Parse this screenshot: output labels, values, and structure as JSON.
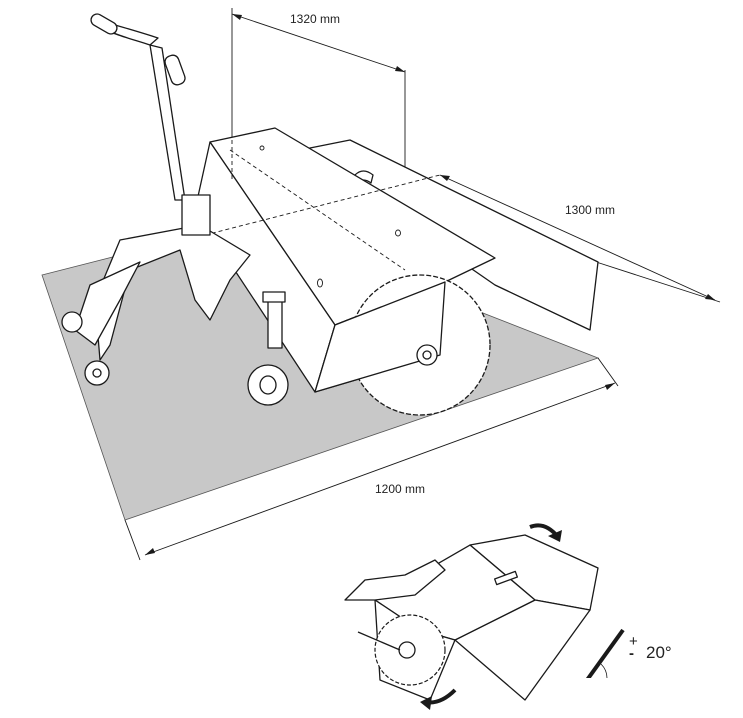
{
  "dimensions": {
    "length": "1320 mm",
    "width_right": "1300 mm",
    "width_front": "1200 mm"
  },
  "tilt": {
    "plus_minus": "+\n-",
    "plus": "+",
    "minus": "-",
    "angle": "20°"
  },
  "colors": {
    "floor": "#c8c8c8",
    "line": "#1a1a1a"
  }
}
